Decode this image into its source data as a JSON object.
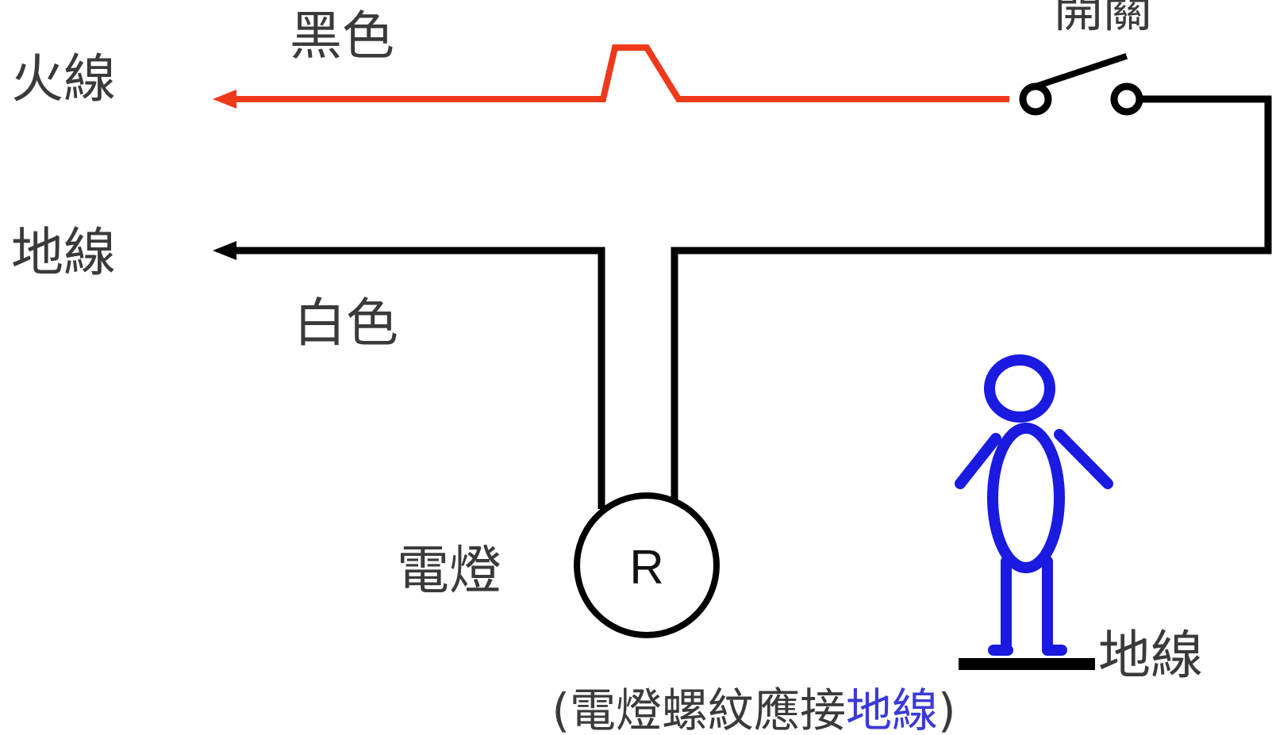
{
  "labels": {
    "hot_line": "火線",
    "neutral_line": "地線",
    "black": "黑色",
    "white": "白色",
    "switch": "開關",
    "lamp": "電燈",
    "lamp_symbol": "R",
    "ground": "地線"
  },
  "caption": {
    "open_paren": "(",
    "text_before": "電燈螺紋應接",
    "highlight": "地線",
    "close_paren": ")"
  },
  "colors": {
    "hot_wire": "#ee3a1a",
    "wire": "#000000",
    "person": "#1a1ae0",
    "caption_highlight": "#3a3ad8",
    "text": "#3a3a3a"
  }
}
